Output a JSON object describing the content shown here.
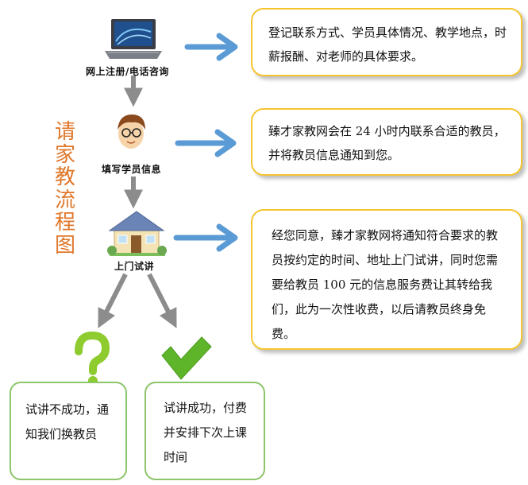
{
  "title": "请家教流程图",
  "steps": [
    {
      "label": "网上注册/电话咨询",
      "icon": "laptop-icon"
    },
    {
      "label": "填写学员信息",
      "icon": "student-avatar-icon"
    },
    {
      "label": "上门试讲",
      "icon": "house-icon"
    }
  ],
  "callouts": [
    {
      "text": "登记联系方式、学员具体情况、教学地点，时薪报酬、对老师的具体要求。"
    },
    {
      "text": "臻才家教网会在 24 小时内联系合适的教员，并将教员信息通知到您。"
    },
    {
      "text": "经您同意，臻才家教网将通知符合要求的教员按约定的时间、地址上门试讲，同时您需要给教员 100 元的信息服务费让其转给我们，此为一次性收费，以后请教员终身免费。"
    }
  ],
  "outcomes": [
    {
      "text": "试讲不成功，通知我们换教员",
      "icon": "question-mark-icon"
    },
    {
      "text": "试讲成功，付费并安排下次上课时间",
      "icon": "checkmark-icon"
    }
  ],
  "colors": {
    "title": "#e0772a",
    "callout_border": "#f5c531",
    "outcome_border": "#8cc56a",
    "blue_arrow": "#5b9bd5",
    "gray_arrow": "#8c8c8c",
    "question_mark": "#8ecb2f",
    "checkmark": "#5fb52a"
  }
}
